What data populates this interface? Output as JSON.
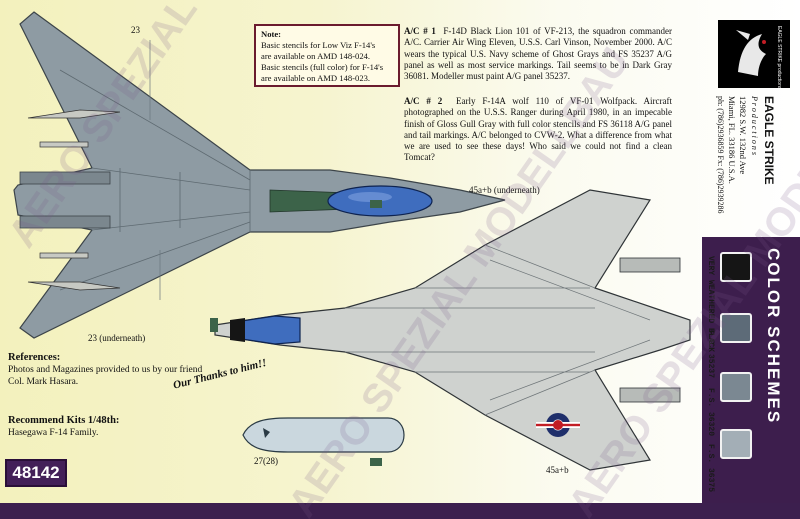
{
  "note": {
    "title": "Note:",
    "lines": [
      "Basic stencils for Low Viz F-14's",
      "are available on AMD 148-024.",
      "Basic stencils (full color) for F-14's",
      "are available on AMD 148-023."
    ]
  },
  "ac1": {
    "label": "A/C # 1",
    "text": "F-14D Black Lion 101 of VF-213, the squadron commander A/C. Carrier Air Wing Eleven, U.S.S. Carl Vinson, November 2000. A/C wears the typical U.S. Navy scheme of Ghost Grays and FS 35237 A/G panel as well as most service markings. Tail seems to be in Dark Gray 36081. Modeller must paint A/G panel 35237."
  },
  "ac2": {
    "label": "A/C # 2",
    "text": "Early F-14A wolf 110 of VF-01 Wolfpack. Aircraft photographed on the U.S.S. Ranger during April 1980, in an impecable finish of Gloss Gull Gray with full color stencils and FS 36118 A/G panel and tail markings. A/C belonged to CVW-2. What a difference from what we are used to see these days! Who said we could not find a clean Tomcat?"
  },
  "labels": {
    "l23": "23",
    "l23u": "23 (underneath)",
    "l45u": "45a+b (underneath)",
    "l45": "45a+b",
    "l27": "27(28)"
  },
  "references": {
    "title": "References:",
    "lines": [
      "Photos and Magazines provided to us by our friend",
      "Col. Mark Hasara."
    ]
  },
  "thanks": "Our Thanks to him!!",
  "kits": {
    "title": "Recommend Kits 1/48th:",
    "line": "Hasegawa F-14 Family."
  },
  "product_code": "48142",
  "brand": {
    "name": "EAGLE STRIKE",
    "sub": "P r o d u c t i o n s",
    "address": "12982 S.W. 132nd Ave",
    "city": "Miami, FL. 33186 U.S.A.",
    "phone": "ph: (786)2936859 Fx: (786)2939286",
    "logo_text": "EAGLE STRIKE productions"
  },
  "color_schemes": {
    "title": "COLOR SCHEMES",
    "swatches": [
      {
        "label": "VERY WEATHERED BLACK",
        "color": "#151515"
      },
      {
        "label": "F.S. 35237",
        "color": "#5d6b78"
      },
      {
        "label": "F.S. 36320",
        "color": "#7b8892"
      },
      {
        "label": "F.S. 36375",
        "color": "#a3aeb6"
      }
    ]
  },
  "watermark": "AERO SPEZIAL MODELLBAU",
  "colors": {
    "accent": "#432058",
    "ghost_gray": "#8d9aa2",
    "gull_gray": "#c9ccca",
    "canopy_blue": "#3f6dbe",
    "green_panel": "#355a44"
  }
}
